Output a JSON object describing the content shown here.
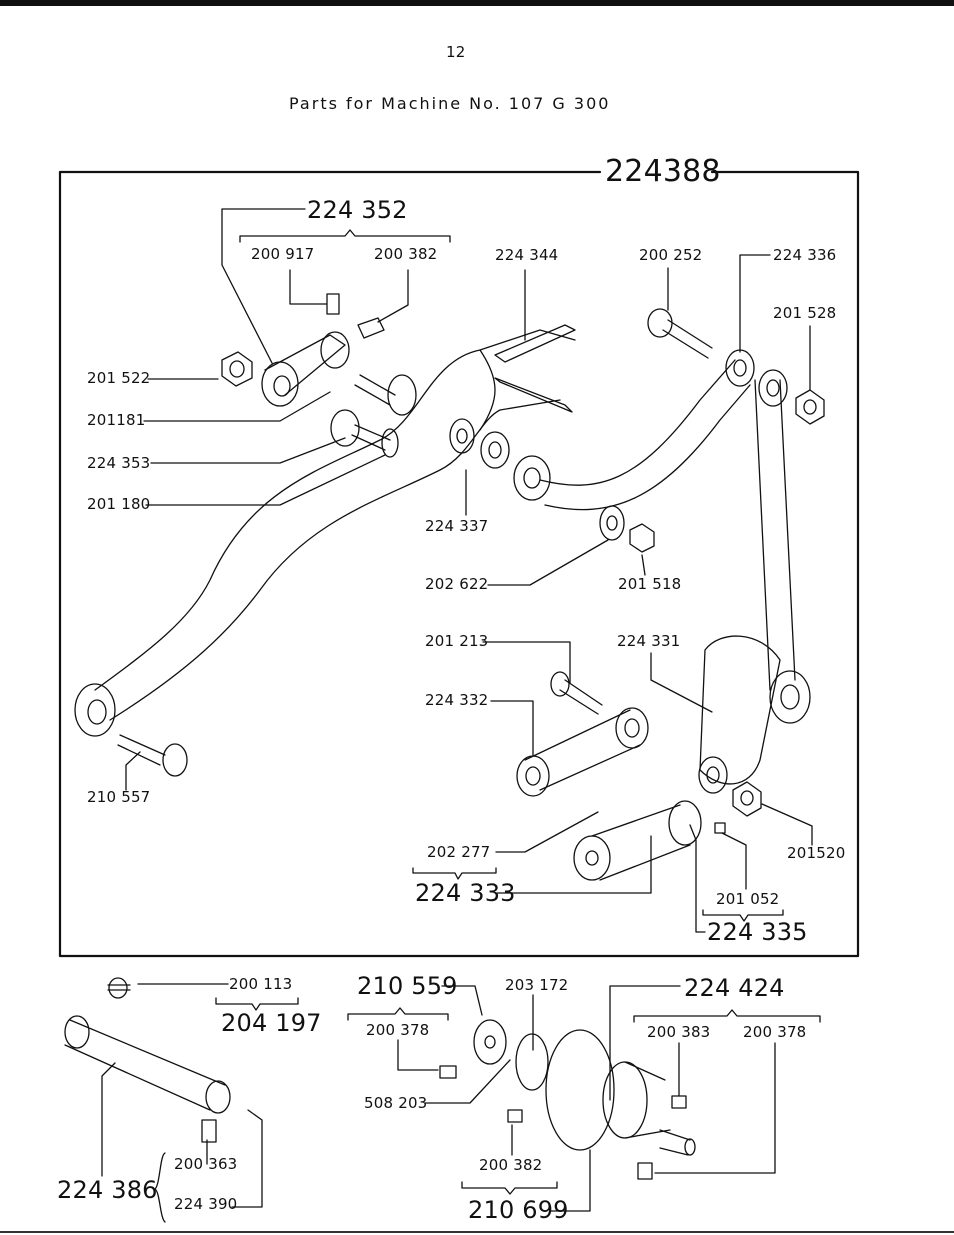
{
  "page": {
    "number": "12",
    "title": "Parts for Machine No. 107 G 300"
  },
  "main_assembly": {
    "part_no": "224388",
    "sub_assembly_224352": {
      "part_no": "224 352",
      "parts": [
        "200 917",
        "200 382"
      ]
    },
    "parts": {
      "p224344": "224 344",
      "p200252": "200 252",
      "p224336": "224 336",
      "p201528": "201 528",
      "p201522": "201 522",
      "p201181": "201181",
      "p224353": "224 353",
      "p201180": "201 180",
      "p224337": "224 337",
      "p202622": "202 622",
      "p201518": "201 518",
      "p201213": "201 213",
      "p224331": "224 331",
      "p224332": "224 332",
      "p210557": "210 557",
      "p202277": "202 277",
      "p201520": "201520",
      "p201052": "201 052"
    },
    "sub_assembly_224333": "224 333",
    "sub_assembly_224335": "224 335"
  },
  "lower_left": {
    "p200113": "200 113",
    "p204197": "204 197",
    "p224386": "224 386",
    "p200363": "200 363",
    "p224390": "224 390"
  },
  "lower_right": {
    "p210559": "210 559",
    "p203172": "203 172",
    "p224424": "224 424",
    "p200378a": "200 378",
    "p508203": "508 203",
    "p200383": "200 383",
    "p200378b": "200 378",
    "p200382": "200 382",
    "p210699": "210 699"
  }
}
